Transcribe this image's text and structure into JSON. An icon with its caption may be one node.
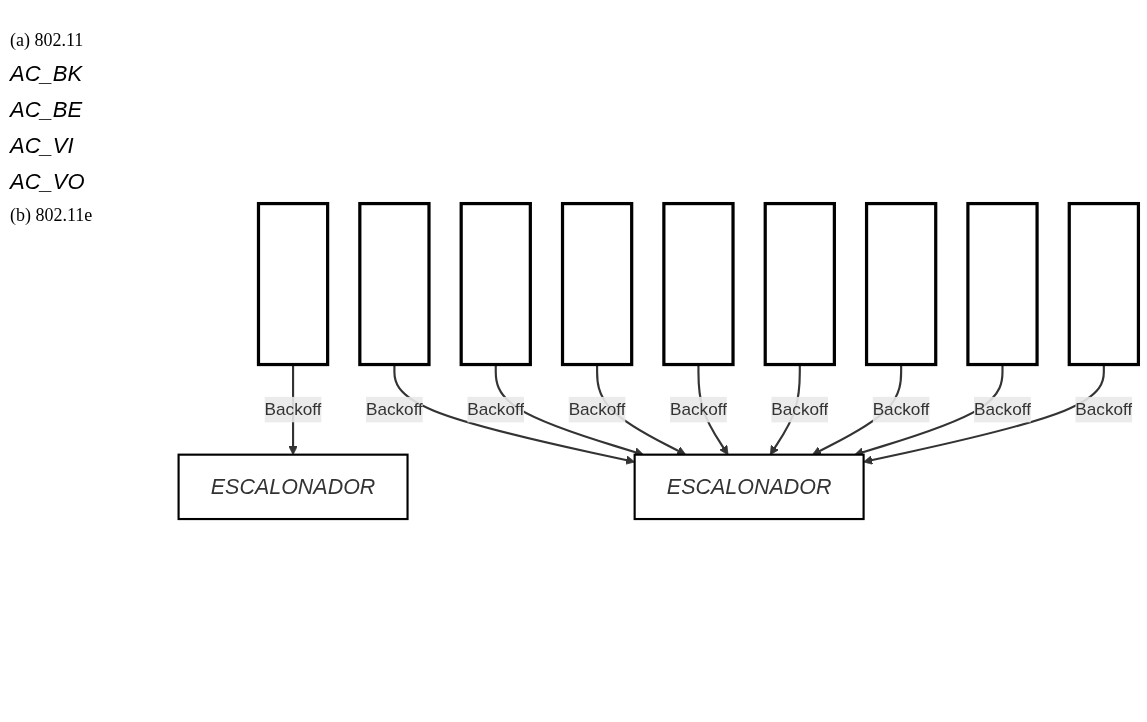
{
  "diagram": {
    "nodes": [
      {
        "text": [],
        "shape": "box"
      },
      {
        "text": [
          "ESCALONADOR"
        ]
      },
      {
        "text": [],
        "shape": "box"
      },
      {
        "text": [],
        "shape": "box"
      },
      {
        "text": [],
        "shape": "box"
      },
      {
        "text": [],
        "shape": "box"
      },
      {
        "text": [],
        "shape": "box"
      },
      {
        "text": [],
        "shape": "box"
      },
      {
        "text": [],
        "shape": "box"
      },
      {
        "text": [],
        "shape": "box"
      },
      {
        "text": [
          "ESCALONADOR"
        ]
      }
    ],
    "edges": [
      {
        "from": 0,
        "to": 1,
        "arrow": "to",
        "label": "Backoff"
      },
      {
        "from": 2,
        "to": 10,
        "arrow": "to",
        "label": "Backoff"
      },
      {
        "from": 3,
        "to": 10,
        "arrow": "to",
        "label": "Backoff"
      },
      {
        "from": 4,
        "to": 10,
        "arrow": "to",
        "label": "Backoff"
      },
      {
        "from": 5,
        "to": 10,
        "arrow": "to",
        "label": "Backoff"
      },
      {
        "from": 6,
        "to": 10,
        "arrow": "to",
        "label": "Backoff"
      },
      {
        "from": 7,
        "to": 10,
        "arrow": "to",
        "label": "Backoff"
      },
      {
        "from": 8,
        "to": 10,
        "arrow": "to",
        "label": "Backoff"
      },
      {
        "from": 9,
        "to": 10,
        "arrow": "to",
        "label": "Backoff"
      }
    ],
    "labels": [
      "(a) 802.11",
      "AC_BK",
      "AC_BE",
      "AC_VI",
      "AC_VO",
      "(b) 802.11e"
    ]
  }
}
